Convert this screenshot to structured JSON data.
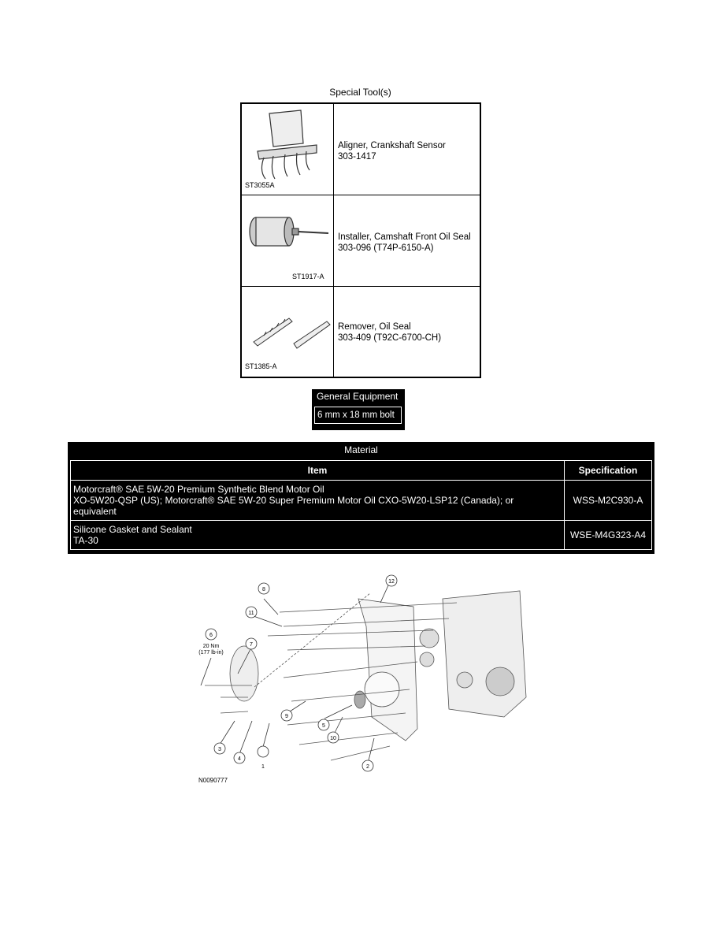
{
  "special_tools": {
    "caption": "Special Tool(s)",
    "items": [
      {
        "code": "ST3055A",
        "name": "Aligner, Crankshaft Sensor",
        "number": "303-1417"
      },
      {
        "code": "ST1917-A",
        "name": "Installer, Camshaft Front Oil Seal",
        "number": "303-096 (T74P-6150-A)"
      },
      {
        "code": "ST1385-A",
        "name": "Remover, Oil Seal",
        "number": "303-409 (T92C-6700-CH)"
      }
    ]
  },
  "general_equipment": {
    "title": "General Equipment",
    "item": "6 mm x 18 mm bolt"
  },
  "material": {
    "title": "Material",
    "headers": [
      "Item",
      "Specification"
    ],
    "rows": [
      {
        "item_line1": "Motorcraft® SAE 5W-20 Premium Synthetic Blend Motor Oil",
        "item_line2": "XO-5W20-QSP (US); Motorcraft® SAE 5W-20 Super Premium Motor Oil CXO-5W20-LSP12 (Canada); or equivalent",
        "spec": "WSS-M2C930-A"
      },
      {
        "item_line1": "Silicone Gasket and Sealant",
        "item_line2": "TA-30",
        "spec": "WSE-M4G323-A4"
      }
    ]
  },
  "diagram": {
    "figure_id": "N0090777",
    "torque_line1": "20 Nm",
    "torque_line2": "(177 lb-in)",
    "callouts": [
      "1",
      "2",
      "3",
      "4",
      "5",
      "6",
      "7",
      "8",
      "9",
      "10",
      "11",
      "12"
    ]
  }
}
